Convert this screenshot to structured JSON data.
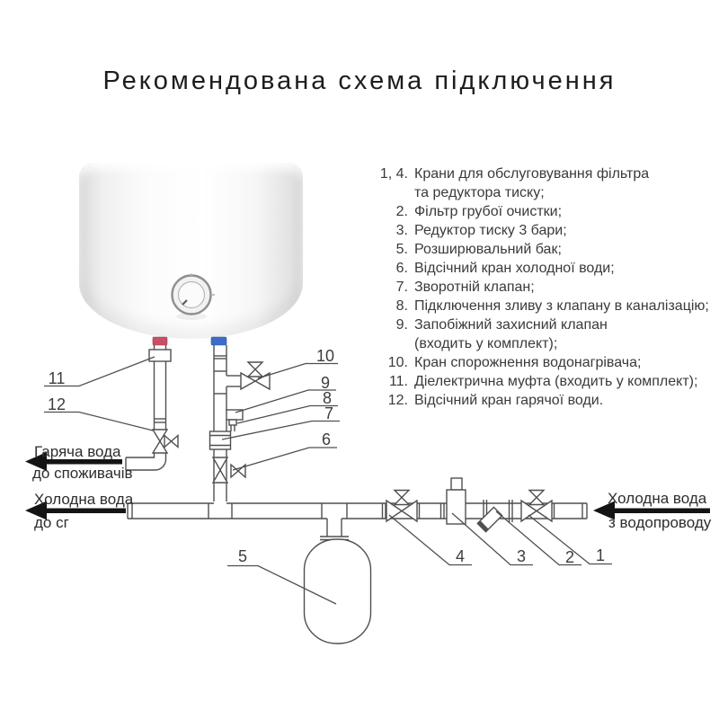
{
  "title": "Рекомендована схема підключення",
  "legend": {
    "items": [
      {
        "num": "1, 4.",
        "lines": [
          "Крани для обслуговування фільтра",
          "та редуктора тиску;"
        ]
      },
      {
        "num": "2.",
        "lines": [
          "Фільтр грубої очистки;"
        ]
      },
      {
        "num": "3.",
        "lines": [
          "Редуктор тиску 3 бари;"
        ]
      },
      {
        "num": "5.",
        "lines": [
          "Розширювальний бак;"
        ]
      },
      {
        "num": "6.",
        "lines": [
          "Відсічний кран холодної води;"
        ]
      },
      {
        "num": "7.",
        "lines": [
          "Зворотній клапан;"
        ]
      },
      {
        "num": "8.",
        "lines": [
          "Підключення зливу з клапану в каналізацію;"
        ]
      },
      {
        "num": "9.",
        "lines": [
          "Запобіжний захисний клапан",
          "(входить у комплект);"
        ]
      },
      {
        "num": "10.",
        "lines": [
          "Кран спорожнення водонагрівача;"
        ]
      },
      {
        "num": "11.",
        "lines": [
          "Діелектрична муфта (входить у комплект);"
        ]
      },
      {
        "num": "12.",
        "lines": [
          "Відсічний кран гарячої води."
        ]
      }
    ]
  },
  "diagram": {
    "labels": {
      "hot_out_line1": "Гаряча вода",
      "hot_out_line2": "до споживачів",
      "cold_out_line1": "Холодна вода",
      "cold_out_line2": "до сг",
      "cold_in_line1": "Холодна вода",
      "cold_in_line2": "з водопроводу"
    },
    "callouts": [
      "1",
      "2",
      "3",
      "4",
      "5",
      "6",
      "7",
      "8",
      "9",
      "10",
      "11",
      "12"
    ],
    "colors": {
      "hot_outlet": "#c74f68",
      "cold_outlet": "#3f6cc8",
      "line": "#4f4f4f",
      "arrow": "#141414"
    }
  }
}
